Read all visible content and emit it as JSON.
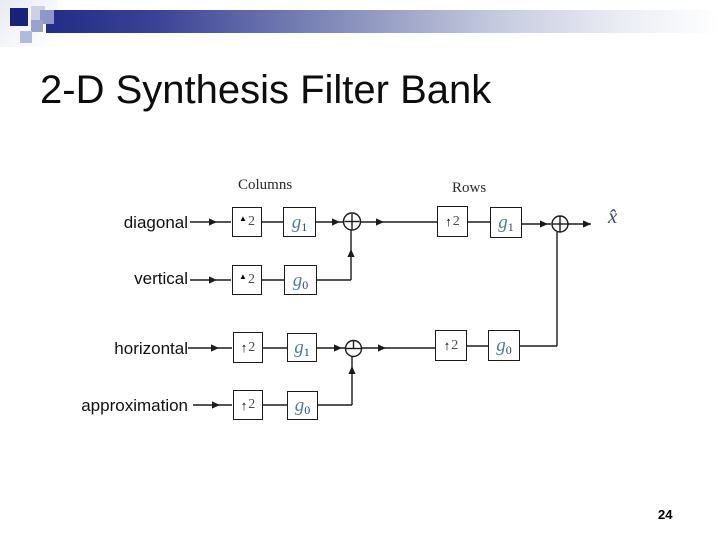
{
  "slide": {
    "title": "2-D Synthesis Filter Bank",
    "page_number": "24"
  },
  "colors": {
    "banner_navy": "#232c87",
    "banner_mid_slate": "#7b84b5",
    "tile_dark_navy": "#1a2178",
    "tile_pale_blue": "#ccd1e8",
    "tile_slate_blue": "#8e97c6",
    "diagram_line": "#1b1b1b",
    "filter_letter": "#4e7e99",
    "filter_subscript": "#27477a",
    "output_symbol": "#3a4e72"
  },
  "diagram": {
    "section_labels": {
      "columns": "Columns",
      "rows": "Rows"
    },
    "branch_labels": [
      "diagonal",
      "vertical",
      "horizontal",
      "approximation"
    ],
    "upsampler": {
      "triangle_glyph": "▲",
      "arrow_glyph": "↑",
      "factor": "2"
    },
    "filters": {
      "row1_col": {
        "base": "g",
        "sub": "1"
      },
      "row2_col": {
        "base": "g",
        "sub": "0"
      },
      "row3_col": {
        "base": "g",
        "sub": "1"
      },
      "row4_col": {
        "base": "g",
        "sub": "0"
      },
      "row1_row": {
        "base": "g",
        "sub": "1"
      },
      "row3_row": {
        "base": "g",
        "sub": "0"
      }
    },
    "output_label": "x̂"
  }
}
